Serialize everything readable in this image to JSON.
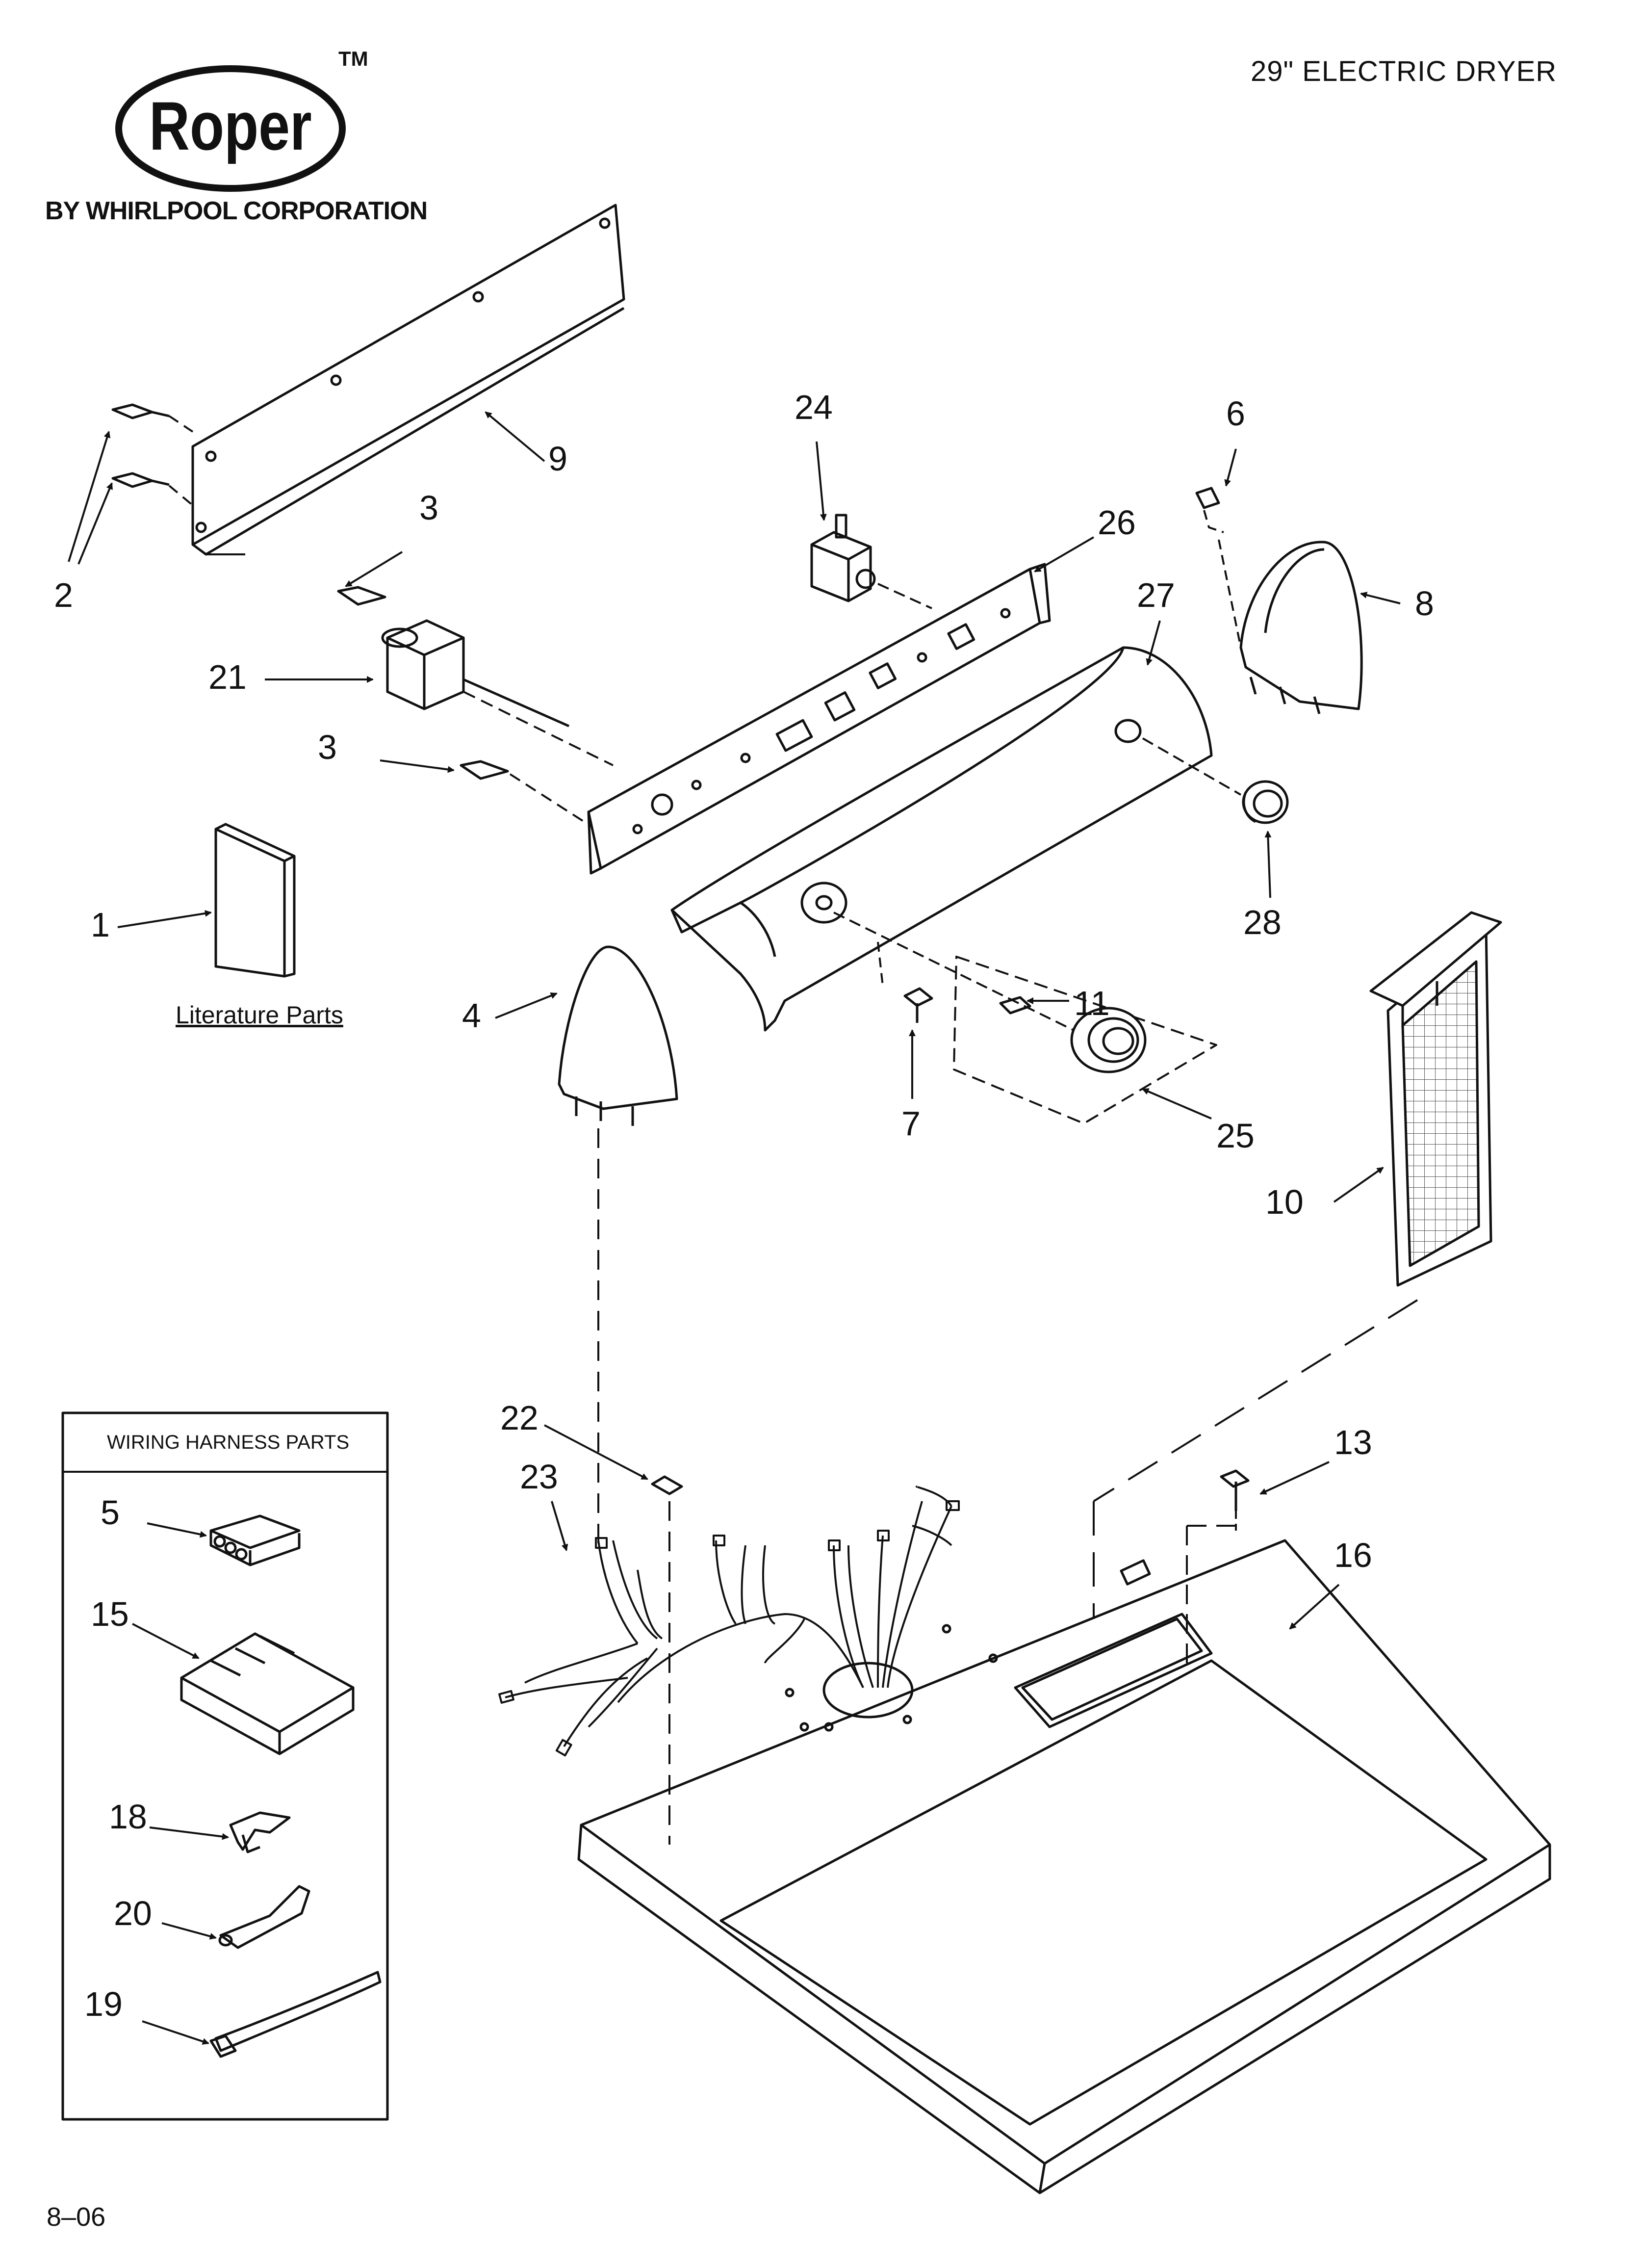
{
  "header": {
    "title": "29\" ELECTRIC DRYER"
  },
  "logo": {
    "brand": "Roper",
    "trademark": "TM",
    "subtitle": "BY WHIRLPOOL CORPORATION"
  },
  "footer": {
    "date_code": "8–06"
  },
  "literature": {
    "label": "Literature Parts"
  },
  "wiring_box": {
    "title": "WIRING HARNESS PARTS"
  },
  "callouts": {
    "c1": "1",
    "c2": "2",
    "c3a": "3",
    "c3b": "3",
    "c4": "4",
    "c5": "5",
    "c6": "6",
    "c7": "7",
    "c8": "8",
    "c9": "9",
    "c10": "10",
    "c11": "11",
    "c13": "13",
    "c15": "15",
    "c16": "16",
    "c18": "18",
    "c19": "19",
    "c20": "20",
    "c21": "21",
    "c22": "22",
    "c23": "23",
    "c24": "24",
    "c25": "25",
    "c26": "26",
    "c27": "27",
    "c28": "28"
  },
  "colors": {
    "ink": "#111111",
    "paper": "#ffffff",
    "shade": "#dcdcdc"
  }
}
